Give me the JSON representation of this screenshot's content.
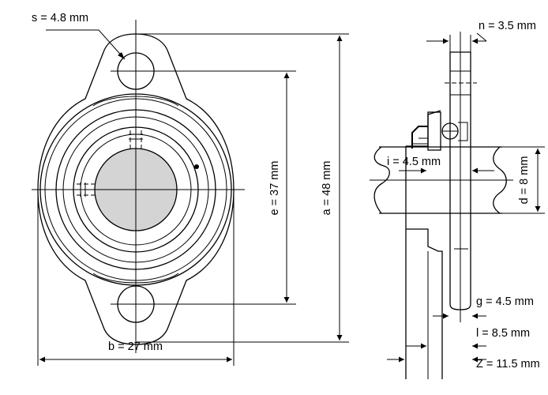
{
  "dimensions": {
    "s": "s = 4.8 mm",
    "n": "n = 3.5 mm",
    "e": "e = 37 mm",
    "a": "a = 48 mm",
    "i": "i = 4.5 mm",
    "d": "d = 8 mm",
    "b": "b = 27 mm",
    "g": "g = 4.5 mm",
    "l": "l = 8.5 mm",
    "z": "Z = 11.5 mm"
  },
  "colors": {
    "line": "#000000",
    "hub_fill": "#d4d4d4",
    "background": "#ffffff"
  }
}
